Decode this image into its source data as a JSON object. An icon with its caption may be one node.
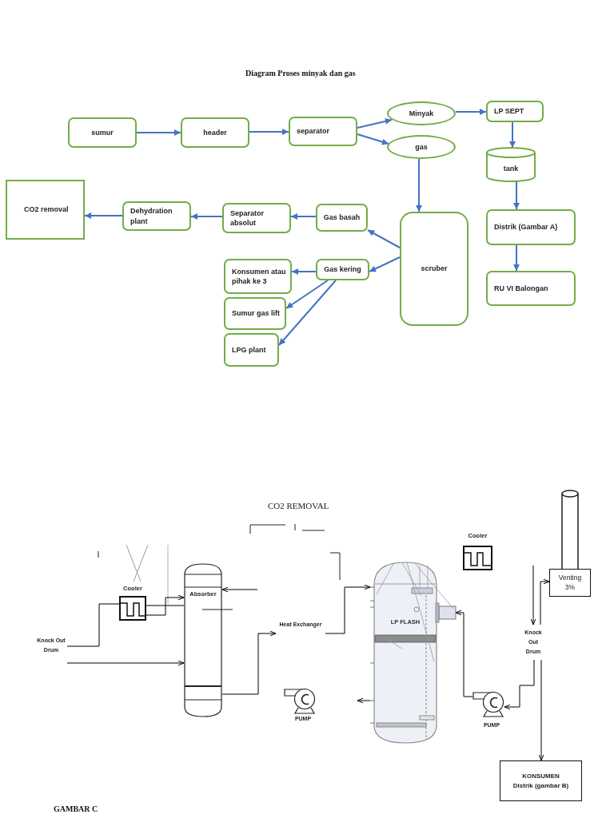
{
  "diagram": {
    "title": "Diagram Proses minyak dan gas",
    "caption": "GAMBAR C",
    "nodes": [
      {
        "text": [
          "sumur"
        ]
      },
      {
        "text": [
          "header"
        ]
      },
      {
        "text": [
          "separator"
        ]
      },
      {
        "text": [
          "Minyak"
        ]
      },
      {
        "text": [
          "LP SEPT"
        ]
      },
      {
        "text": [
          "gas"
        ]
      },
      {
        "text": [
          "tank"
        ]
      },
      {
        "text": [
          "CO2 removal"
        ]
      },
      {
        "text": [
          "Dehydration plant"
        ]
      },
      {
        "text": [
          "Separator absolut"
        ]
      },
      {
        "text": [
          "Gas basah"
        ]
      },
      {
        "text": [
          "scruber"
        ]
      },
      {
        "text": [
          "Distrik (Gambar A)"
        ]
      },
      {
        "text": [
          "Konsumen atau pihak ke 3"
        ]
      },
      {
        "text": [
          "Gas kering"
        ]
      },
      {
        "text": [
          "RU VI Balongan"
        ]
      },
      {
        "text": [
          "Sumur gas lift"
        ]
      },
      {
        "text": [
          "LPG plant"
        ]
      },
      {
        "text": [
          "Cooler"
        ]
      },
      {
        "text": [
          "Absorber"
        ]
      },
      {
        "text": [
          "Knock Out Drum"
        ]
      },
      {
        "text": [
          "Heat Exchanger"
        ]
      },
      {
        "text": [
          "PUMP"
        ]
      },
      {
        "text": [
          "LP FLASH"
        ]
      },
      {
        "text": [
          "Cooler"
        ]
      },
      {
        "text": [
          "Venting 3%"
        ]
      },
      {
        "text": [
          "Knock Out Drum"
        ]
      },
      {
        "text": [
          "PUMP"
        ]
      },
      {
        "text": [
          "KONSUMEN",
          "Distrik (gambar B)"
        ]
      }
    ],
    "edges": [
      {
        "from": 0,
        "to": 1,
        "arrow": "to"
      },
      {
        "from": 1,
        "to": 2,
        "arrow": "to"
      },
      {
        "from": 2,
        "to": 3,
        "arrow": "to"
      },
      {
        "from": 2,
        "to": 5,
        "arrow": "to"
      },
      {
        "from": 3,
        "to": 4,
        "arrow": "to"
      },
      {
        "from": 4,
        "to": 6,
        "arrow": "to"
      },
      {
        "from": 5,
        "to": 11,
        "arrow": "to"
      },
      {
        "from": 6,
        "to": 12,
        "arrow": "to"
      },
      {
        "from": 12,
        "to": 15,
        "arrow": "to"
      },
      {
        "from": 11,
        "to": 10,
        "arrow": "to"
      },
      {
        "from": 11,
        "to": 14,
        "arrow": "to"
      },
      {
        "from": 10,
        "to": 9,
        "arrow": "to"
      },
      {
        "from": 9,
        "to": 8,
        "arrow": "to"
      },
      {
        "from": 8,
        "to": 7,
        "arrow": "to"
      },
      {
        "from": 14,
        "to": 13,
        "arrow": "to"
      },
      {
        "from": 14,
        "to": 16,
        "arrow": "to"
      },
      {
        "from": 14,
        "to": 17,
        "arrow": "to"
      },
      {
        "from": 20,
        "to": 18,
        "arrow": "none",
        "color": "#000000"
      },
      {
        "from": 18,
        "to": 19,
        "arrow": "none",
        "color": "#000000"
      },
      {
        "from": 18,
        "to": 19,
        "arrow": "to",
        "color": "#000000"
      },
      {
        "from": 20,
        "to": 19,
        "arrow": "to",
        "color": "#000000"
      },
      {
        "from": null,
        "to": 19,
        "arrow": "to",
        "color": "#000000"
      },
      {
        "from": 19,
        "to": 21,
        "arrow": "to",
        "color": "#000000"
      },
      {
        "from": 21,
        "to": 23,
        "arrow": "to",
        "color": "#000000"
      },
      {
        "from": 23,
        "to": null,
        "arrow": "to",
        "color": "#000000"
      },
      {
        "from": 27,
        "to": 23,
        "arrow": "to",
        "color": "#000000"
      },
      {
        "from": 26,
        "to": 27,
        "arrow": "to",
        "color": "#000000"
      },
      {
        "from": 26,
        "to": 28,
        "arrow": "to",
        "color": "#000000"
      },
      {
        "from": 26,
        "to": 25,
        "arrow": "to",
        "color": "#000000"
      },
      {
        "from": null,
        "to": 26,
        "arrow": "to",
        "color": "#000000"
      }
    ],
    "labels": [
      "CO2 REMOVAL"
    ]
  }
}
